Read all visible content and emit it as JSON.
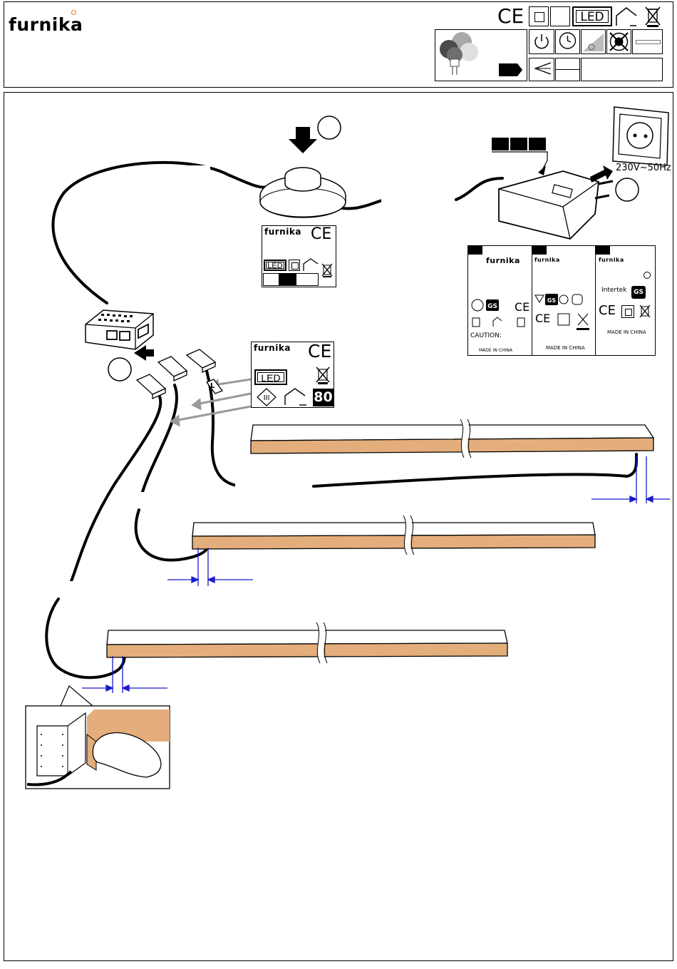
{
  "header": {
    "brand": "furnika",
    "ce": "CE",
    "led_badge": "LED"
  },
  "connector_label": {
    "brand": "furnika",
    "ce": "CE",
    "led": "LED",
    "class": "III",
    "code": "80",
    "tag": "L"
  },
  "switch_label": {
    "brand": "furnika",
    "ce": "CE",
    "led": "LED"
  },
  "adapter_labels": {
    "brand": "furnika",
    "caution": "CAUTION:",
    "made_in_left": "MADE IN CHINA",
    "made_in_mid": "MADE IN CHINA",
    "made_in_right": "MADE IN CHINA",
    "intertek": "Intertek",
    "gs": "GS",
    "ce": "CE"
  },
  "socket": {
    "voltage": "230V~50Hz"
  },
  "colors": {
    "wood": "#E3AE7B",
    "blue_dim": "#1A1ACC",
    "ink": "#000000",
    "arrow_grey": "#9A9A9A"
  }
}
